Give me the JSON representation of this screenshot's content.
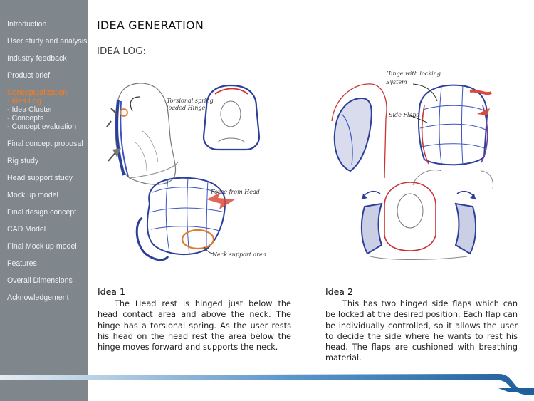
{
  "sidebar": {
    "items": [
      {
        "label": "Introduction"
      },
      {
        "label": "User study and analysis"
      },
      {
        "label": "Industry feedback"
      },
      {
        "label": "Product brief"
      }
    ],
    "active": {
      "label": "Conceptualization",
      "sub_active": "- Idea Log",
      "subs": [
        "- Idea Cluster",
        "- Concepts",
        "- Concept evaluation"
      ]
    },
    "items_after": [
      {
        "label": "Final concept proposal"
      },
      {
        "label": "Rig study"
      },
      {
        "label": "Head support study"
      },
      {
        "label": "Mock up model"
      },
      {
        "label": "Final design concept"
      },
      {
        "label": "CAD Model"
      },
      {
        "label": "Final Mock up model"
      },
      {
        "label": "Features"
      },
      {
        "label": "Overall Dimensions"
      },
      {
        "label": "Acknowledgement"
      }
    ]
  },
  "page": {
    "title": "IDEA GENERATION",
    "section": "IDEA LOG:"
  },
  "sketch1": {
    "notes": [
      "Torsional spring",
      "loaded Hinge",
      "Force from Head",
      "Neck support area"
    ]
  },
  "sketch2": {
    "notes": [
      "Hinge with locking",
      "System",
      "Side Flaps"
    ]
  },
  "idea1": {
    "heading": "Idea 1",
    "text": "The Head rest is hinged just below the head contact area and above the neck. The hinge has a torsional spring. As the user rests his head on the head rest the area below the hinge moves forward and supports the neck."
  },
  "idea2": {
    "heading": "Idea 2",
    "text": "This has two hinged side flaps which can be locked at the desired position. Each flap can be individually controlled, so it allows the user to decide the side where he wants to rest his head. The flaps are cushioned with breathing material."
  },
  "colors": {
    "sidebar": "#7f868c",
    "accent": "#ff7a1a",
    "sketch_blue": "#2c3f9a",
    "sketch_red": "#cc3333"
  }
}
